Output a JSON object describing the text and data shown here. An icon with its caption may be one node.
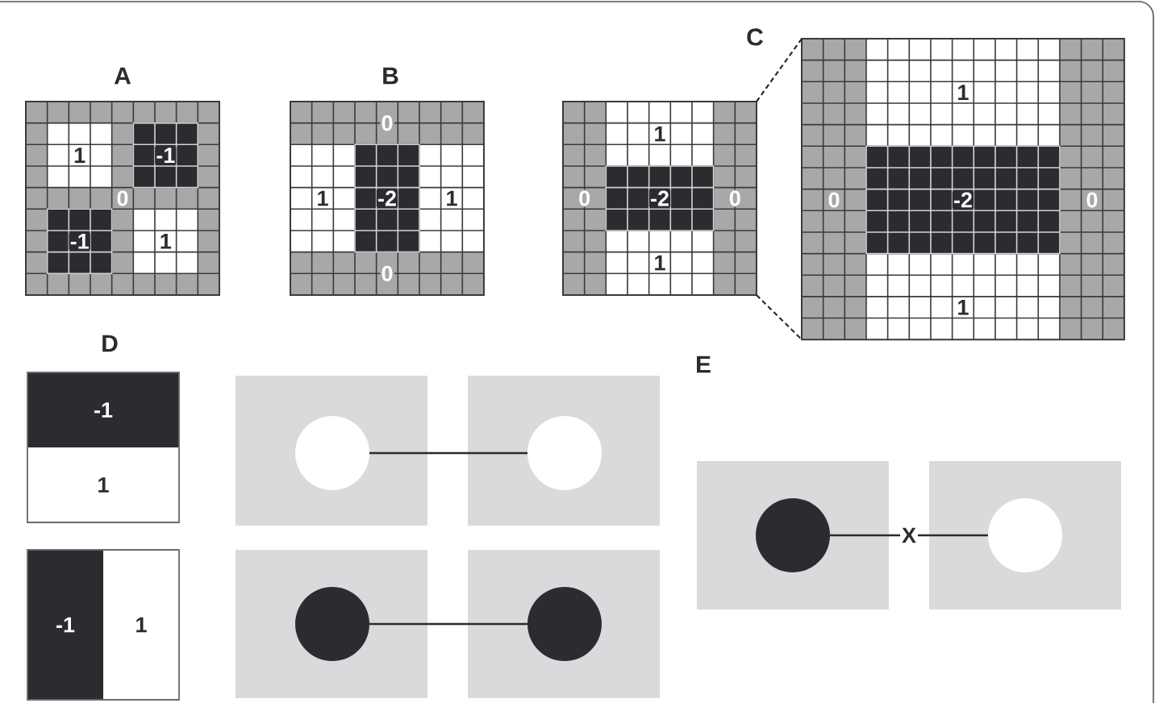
{
  "diagram": {
    "nodes": [
      {
        "text": [
          "1",
          "-1",
          "0",
          "-1",
          "1"
        ]
      },
      {
        "text": [
          "0",
          "1",
          "-2",
          "1",
          "0"
        ]
      },
      {
        "text": [
          "1",
          "0",
          "-2",
          "0",
          "1"
        ]
      },
      {
        "text": [
          "1",
          "0",
          "-2",
          "0",
          "1"
        ]
      },
      {
        "text": [
          "-1",
          "1"
        ]
      },
      {
        "text": [
          "-1",
          "1"
        ]
      },
      {
        "text": [],
        "shape": "box"
      },
      {
        "text": [],
        "shape": "circle",
        "in": 6
      },
      {
        "text": [],
        "shape": "box"
      },
      {
        "text": [],
        "shape": "circle",
        "in": 8
      },
      {
        "text": [],
        "shape": "box"
      },
      {
        "text": [],
        "shape": "circle",
        "in": 10
      },
      {
        "text": [],
        "shape": "box"
      },
      {
        "text": [],
        "shape": "circle",
        "in": 12
      },
      {
        "text": [],
        "shape": "box"
      },
      {
        "text": [],
        "shape": "circle",
        "in": 14
      },
      {
        "text": [],
        "shape": "box"
      },
      {
        "text": [],
        "shape": "circle",
        "in": 16
      }
    ],
    "edges": [
      {
        "from": 2,
        "to": 3,
        "arrow": "none",
        "style": "dashed"
      },
      {
        "from": 2,
        "to": 3,
        "arrow": "none",
        "style": "dashed"
      },
      {
        "from": 7,
        "to": 9,
        "arrow": "none"
      },
      {
        "from": 11,
        "to": 13,
        "arrow": "none"
      },
      {
        "from": 15,
        "to": 17,
        "arrow": "none",
        "label": "X"
      }
    ],
    "labels": [
      "A",
      "B",
      "C",
      "D",
      "E"
    ]
  }
}
